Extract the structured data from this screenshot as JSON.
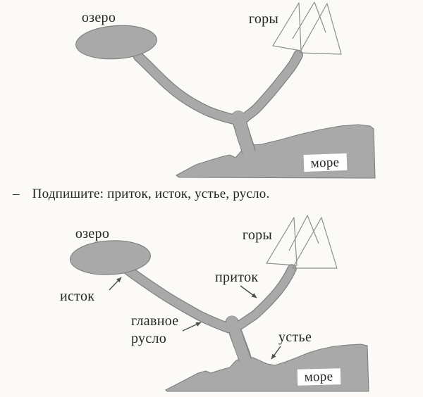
{
  "instruction": {
    "dash": "–",
    "text": "Подпишите: приток, исток, устье, русло."
  },
  "top_diagram": {
    "labels": {
      "lake": "озеро",
      "mountains": "горы",
      "sea": "море"
    }
  },
  "bottom_diagram": {
    "labels": {
      "lake": "озеро",
      "mountains": "горы",
      "sea": "море",
      "source": "исток",
      "tributary": "приток",
      "main_channel_lines": [
        "главное",
        "русло"
      ],
      "mouth": "устье"
    }
  },
  "colors": {
    "water_gray": "#a9a9a9",
    "water_outline": "#7f7f7f",
    "mountain_line": "#8d8d8d",
    "text": "#262626",
    "arrow": "#4c4c4c",
    "background": "#fbfaf7",
    "label_box": "#ffffff"
  }
}
